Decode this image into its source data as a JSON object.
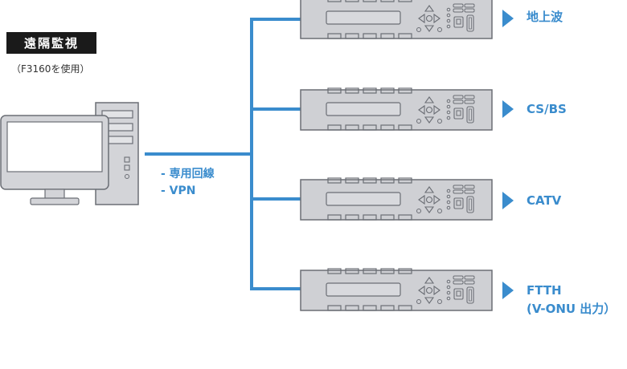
{
  "monitor": {
    "title": "遠隔監視",
    "subtitle": "（F3160を使用）"
  },
  "connection": {
    "items": [
      "- 専用回線",
      "- VPN"
    ]
  },
  "outputs": [
    {
      "label": "地上波"
    },
    {
      "label": "CS/BS"
    },
    {
      "label": "CATV"
    },
    {
      "label": "FTTH",
      "sub": "(V-ONU 出力）"
    }
  ],
  "colors": {
    "accent": "#3a8ccd",
    "device_fill": "#cfd0d4",
    "device_stroke": "#6b6e75",
    "pc_fill": "#d3d4d8"
  }
}
